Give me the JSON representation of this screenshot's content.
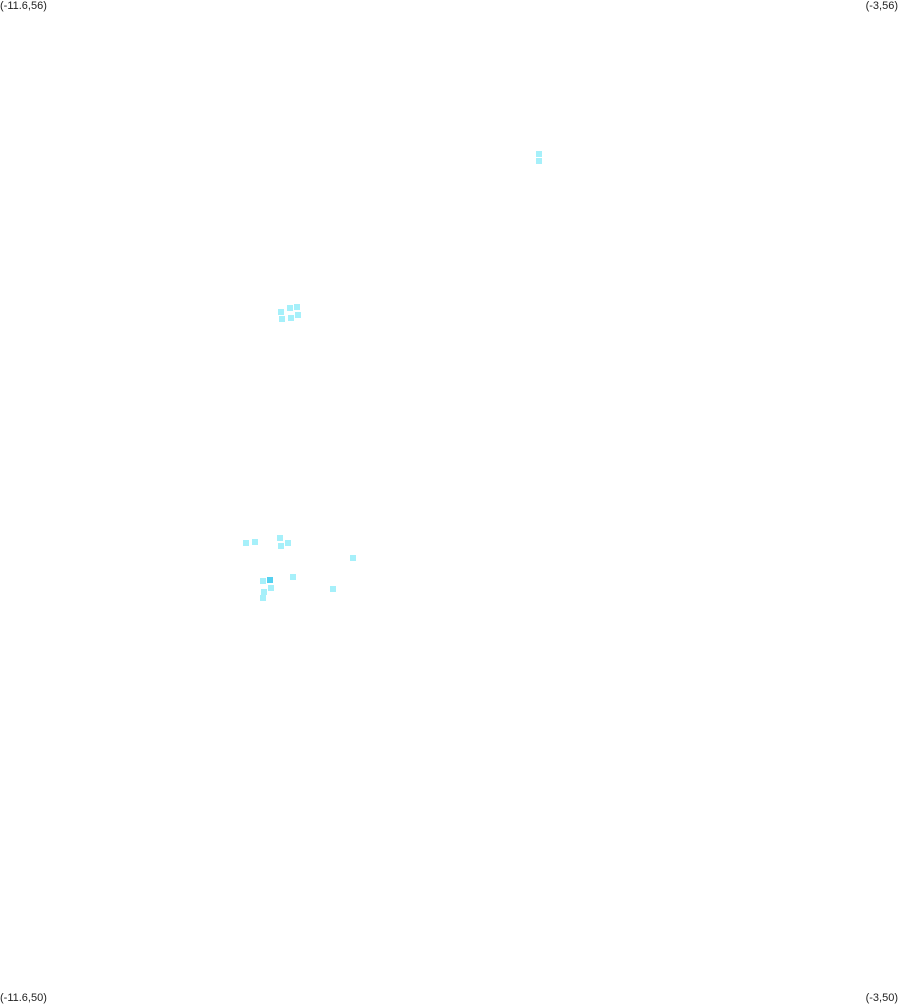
{
  "map": {
    "corners": {
      "top_left": "(-11.6,56)",
      "top_right": "(-3,56)",
      "bottom_left": "(-11.6,50)",
      "bottom_right": "(-3,50)"
    },
    "extent": {
      "lon_min": -11.6,
      "lon_max": -3,
      "lat_min": 50,
      "lat_max": 56
    },
    "colors": {
      "point": "#a6f0fa",
      "point_dense": "#55d0f0"
    },
    "points": [
      {
        "lon": -6.442,
        "lat": 55.035,
        "density": "low"
      },
      {
        "lon": -6.442,
        "lat": 55.077,
        "density": "low"
      },
      {
        "lon": -8.914,
        "lat": 54.125,
        "density": "low"
      },
      {
        "lon": -8.898,
        "lat": 54.083,
        "density": "low"
      },
      {
        "lon": -8.83,
        "lat": 54.149,
        "density": "low"
      },
      {
        "lon": -8.82,
        "lat": 54.089,
        "density": "low"
      },
      {
        "lon": -8.759,
        "lat": 54.155,
        "density": "low"
      },
      {
        "lon": -8.749,
        "lat": 54.107,
        "density": "low"
      },
      {
        "lon": -9.243,
        "lat": 52.74,
        "density": "low"
      },
      {
        "lon": -9.165,
        "lat": 52.746,
        "density": "low"
      },
      {
        "lon": -8.924,
        "lat": 52.77,
        "density": "low"
      },
      {
        "lon": -8.914,
        "lat": 52.722,
        "density": "low"
      },
      {
        "lon": -8.845,
        "lat": 52.74,
        "density": "low"
      },
      {
        "lon": -8.225,
        "lat": 52.65,
        "density": "low"
      },
      {
        "lon": -9.083,
        "lat": 52.512,
        "density": "low"
      },
      {
        "lon": -9.016,
        "lat": 52.518,
        "density": "dense"
      },
      {
        "lon": -8.798,
        "lat": 52.536,
        "density": "low"
      },
      {
        "lon": -9.009,
        "lat": 52.47,
        "density": "low"
      },
      {
        "lon": -9.076,
        "lat": 52.446,
        "density": "low"
      },
      {
        "lon": -9.083,
        "lat": 52.41,
        "density": "low"
      },
      {
        "lon": -8.413,
        "lat": 52.464,
        "density": "low"
      }
    ]
  }
}
